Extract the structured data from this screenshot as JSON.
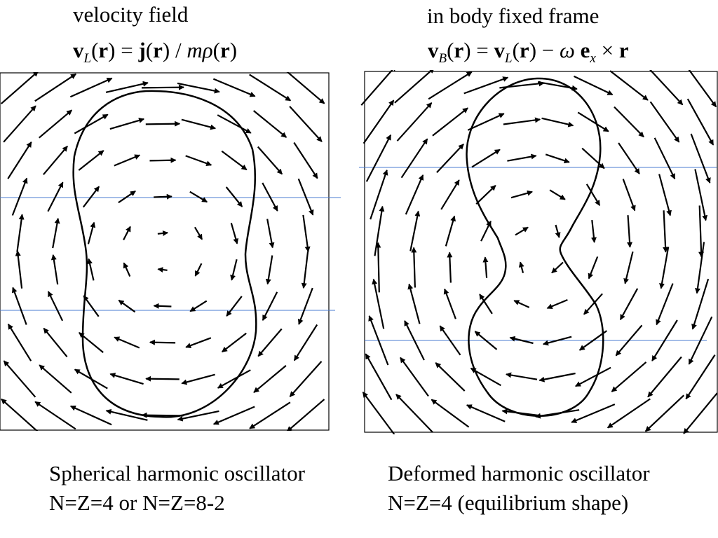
{
  "left": {
    "title_line1": "velocity field",
    "equation": {
      "v": "v",
      "sub": "L",
      "rest": "(r) = j(r) / ",
      "m": "m",
      "rho": "ρ",
      "end": "(r)"
    },
    "caption_line1": "Spherical harmonic oscillator",
    "caption_line2": "N=Z=4   or  N=Z=8-2"
  },
  "right": {
    "title_line1": "in body fixed frame",
    "equation": {
      "v": "v",
      "sub": "B",
      "mid": "(r) = v",
      "sub2": "L",
      "mid2": "(r) − ",
      "omega": "ω",
      "e": " e",
      "sub3": "x",
      "end": " × r"
    },
    "caption_line1": "Deformed harmonic oscillator",
    "caption_line2": "N=Z=4  (equilibrium shape)"
  },
  "colors": {
    "arrow": "#000000",
    "contour": "#000000",
    "guide_line": "#4a7bd0",
    "frame": "#000000"
  }
}
